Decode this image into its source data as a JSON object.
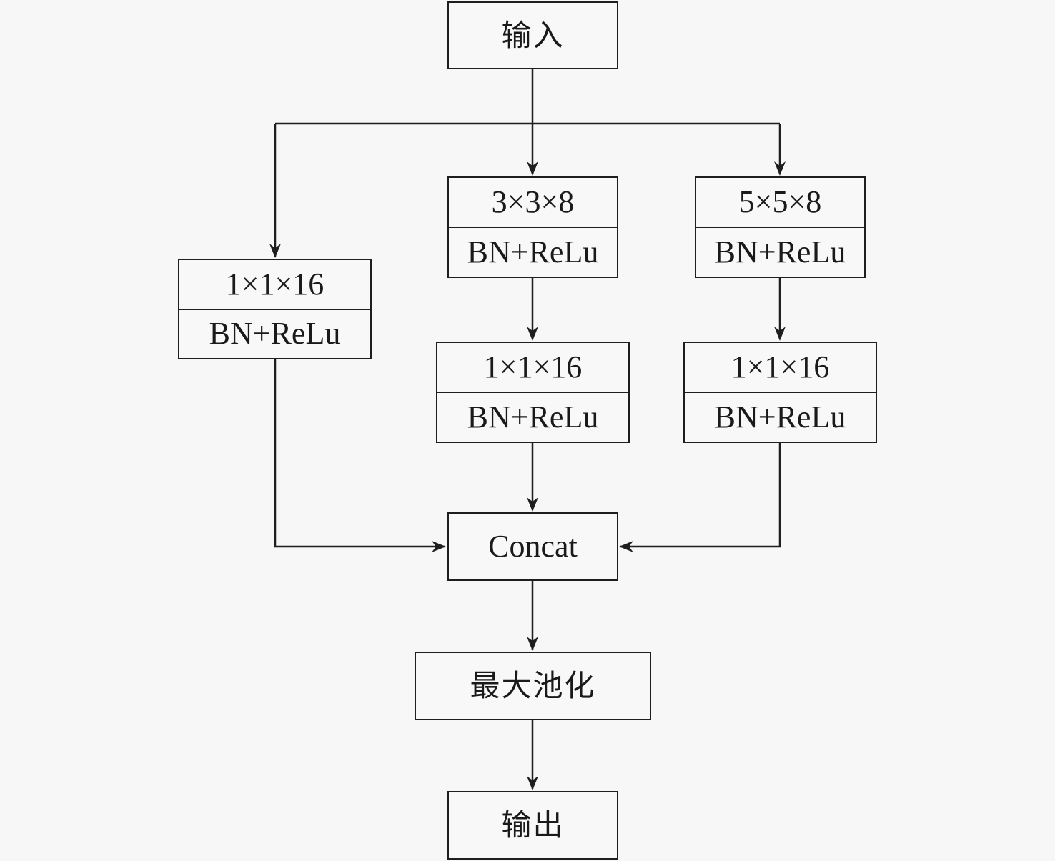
{
  "diagram": {
    "input": "输入",
    "branch1": {
      "conv": "1×1×16",
      "act": "BN+ReLu"
    },
    "branch2": {
      "conv1": "3×3×8",
      "act1": "BN+ReLu",
      "conv2": "1×1×16",
      "act2": "BN+ReLu"
    },
    "branch3": {
      "conv1": "5×5×8",
      "act1": "BN+ReLu",
      "conv2": "1×1×16",
      "act2": "BN+ReLu"
    },
    "concat": "Concat",
    "pooling": "最大池化",
    "output": "输出"
  }
}
